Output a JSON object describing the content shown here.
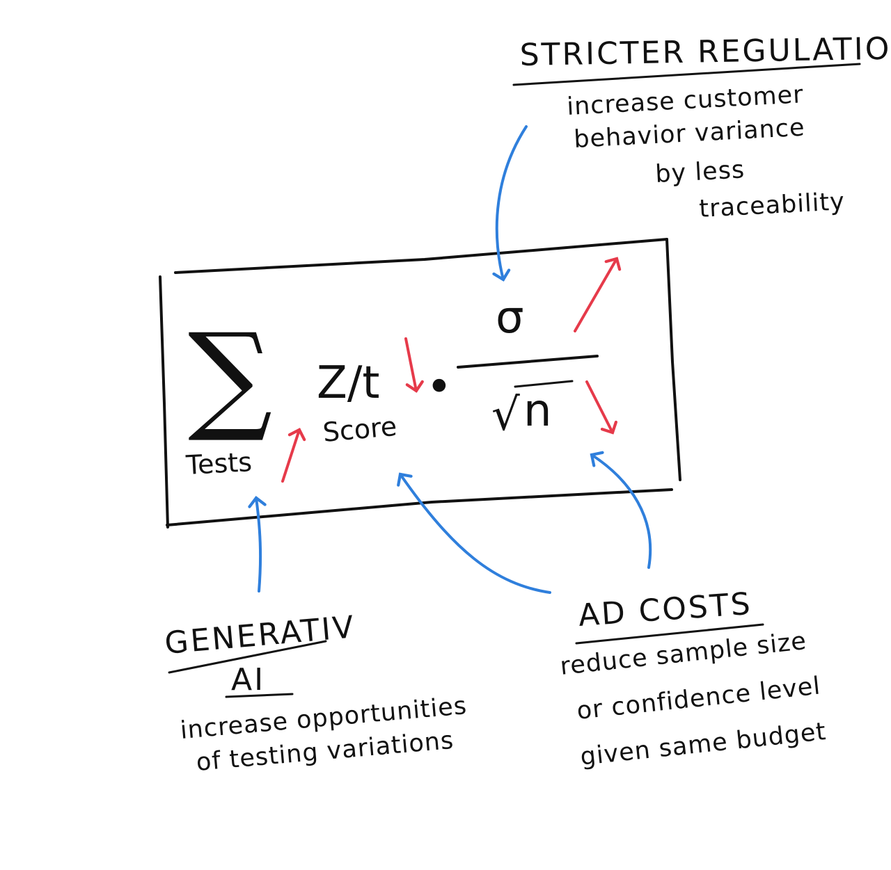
{
  "colors": {
    "ink": "#111111",
    "cause_arrow": "#2f7fdc",
    "effect_arrow": "#e63a4a",
    "background": "#ffffff"
  },
  "formula": {
    "sum_symbol": "∑",
    "sum_subscript": "Tests",
    "z_t": "Z/t",
    "z_t_subscript": "Score",
    "dot": "•",
    "sigma": "σ",
    "sqrt_symbol": "√",
    "n": "n"
  },
  "stricter_regulations": {
    "title": "STRICTER REGULATIONS",
    "lines": [
      "increase customer",
      "behavior variance",
      "by less",
      "traceability"
    ]
  },
  "generative_ai": {
    "title_line1": "GENERATIV",
    "title_line2": "AI",
    "lines": [
      "increase opportunities",
      "of testing variations"
    ]
  },
  "ad_costs": {
    "title": "AD COSTS",
    "lines": [
      "reduce sample size",
      "or confidence level",
      "given same budget"
    ]
  },
  "arrow_icons": {
    "tests_effect": "arrow-up-icon",
    "score_effect": "arrow-down-icon",
    "sigma_effect": "arrow-up-icon",
    "sqrt_n_effect": "arrow-down-icon"
  }
}
